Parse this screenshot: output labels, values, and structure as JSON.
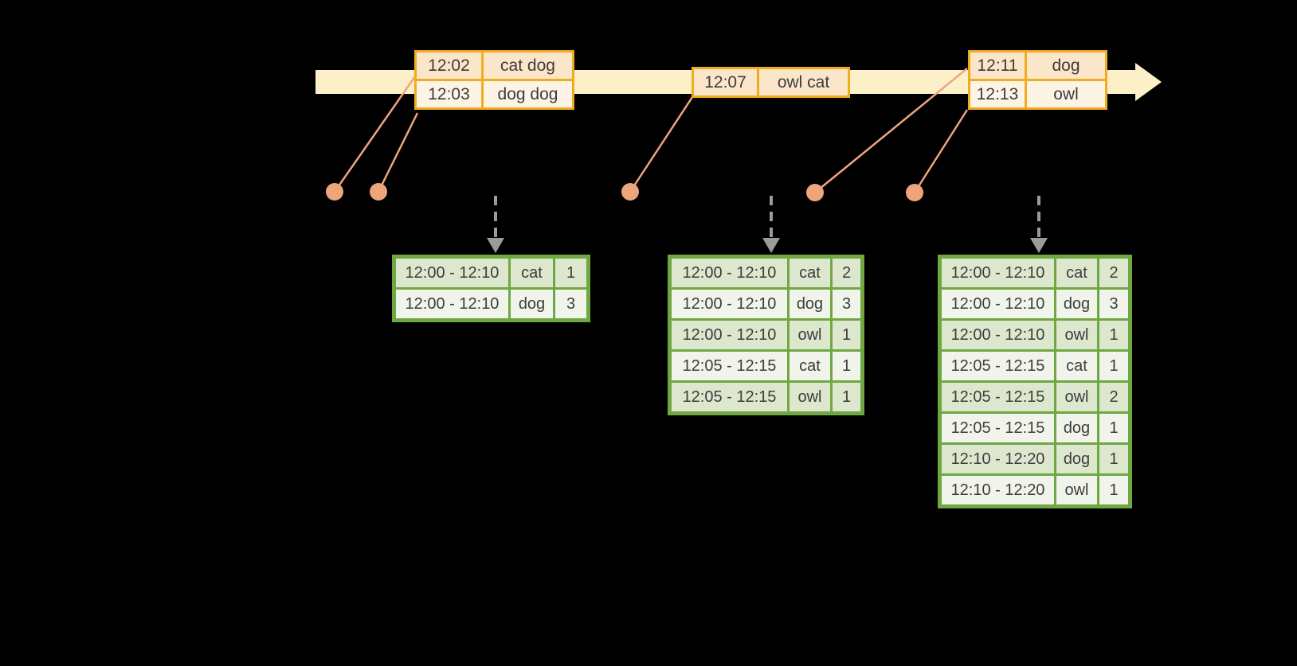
{
  "diagram": {
    "background": "#000000",
    "description_visible_elements": "event timeline with event tables and windowed count result tables"
  },
  "colors": {
    "timeline_band": "#FCF0C8",
    "event_table_border": "#F0AC1E",
    "event_row_peach": "#FBE6C9",
    "event_row_cream": "#FDF4E6",
    "result_table_border": "#6FA843",
    "result_row_sage": "#DCE7CD",
    "result_row_pale": "#F1F4EB",
    "event_dot": "#EFA57C",
    "trigger_arrow_gray": "#9B9B9B",
    "text": "#3D3D3D"
  },
  "event_tables": [
    {
      "rows": [
        {
          "time": "12:02",
          "words": "cat dog"
        },
        {
          "time": "12:03",
          "words": "dog dog"
        }
      ]
    },
    {
      "rows": [
        {
          "time": "12:07",
          "words": "owl cat"
        }
      ]
    },
    {
      "rows": [
        {
          "time": "12:11",
          "words": "dog"
        },
        {
          "time": "12:13",
          "words": "owl"
        }
      ]
    }
  ],
  "result_tables": [
    {
      "rows": [
        {
          "window": "12:00 - 12:10",
          "word": "cat",
          "count": "1"
        },
        {
          "window": "12:00 - 12:10",
          "word": "dog",
          "count": "3"
        }
      ]
    },
    {
      "rows": [
        {
          "window": "12:00 - 12:10",
          "word": "cat",
          "count": "2"
        },
        {
          "window": "12:00 - 12:10",
          "word": "dog",
          "count": "3"
        },
        {
          "window": "12:00 - 12:10",
          "word": "owl",
          "count": "1"
        },
        {
          "window": "12:05 - 12:15",
          "word": "cat",
          "count": "1"
        },
        {
          "window": "12:05 - 12:15",
          "word": "owl",
          "count": "1"
        }
      ]
    },
    {
      "rows": [
        {
          "window": "12:00 - 12:10",
          "word": "cat",
          "count": "2"
        },
        {
          "window": "12:00 - 12:10",
          "word": "dog",
          "count": "3"
        },
        {
          "window": "12:00 - 12:10",
          "word": "owl",
          "count": "1"
        },
        {
          "window": "12:05 - 12:15",
          "word": "cat",
          "count": "1"
        },
        {
          "window": "12:05 - 12:15",
          "word": "owl",
          "count": "2"
        },
        {
          "window": "12:05 - 12:15",
          "word": "dog",
          "count": "1"
        },
        {
          "window": "12:10 - 12:20",
          "word": "dog",
          "count": "1"
        },
        {
          "window": "12:10 - 12:20",
          "word": "owl",
          "count": "1"
        }
      ]
    }
  ]
}
